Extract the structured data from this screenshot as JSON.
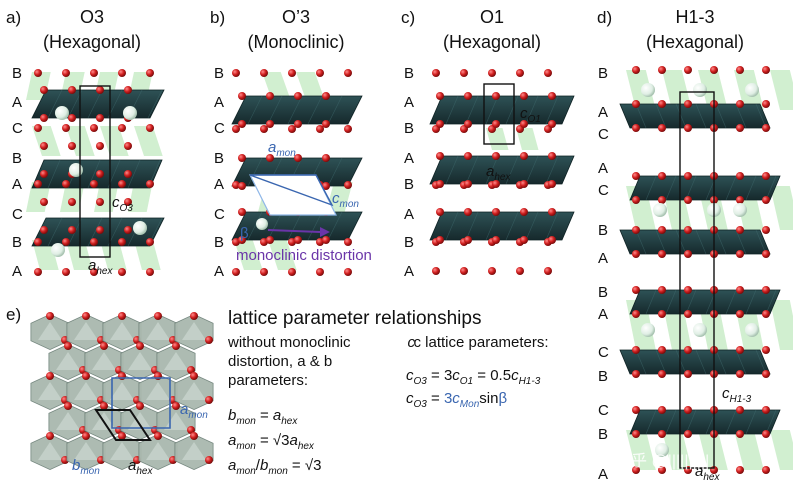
{
  "panels": {
    "a": {
      "label": "a)",
      "title": "O3",
      "subtitle": "(Hexagonal)",
      "stacking": [
        "B",
        "A",
        "C",
        "B",
        "A",
        "C",
        "B",
        "A"
      ],
      "param_c": "c",
      "param_c_sub": "O3",
      "param_a": "a",
      "param_a_sub": "hex"
    },
    "b": {
      "label": "b)",
      "title": "O’3",
      "subtitle": "(Monoclinic)",
      "stacking": [
        "B",
        "A",
        "C",
        "B",
        "A",
        "C",
        "B",
        "A"
      ],
      "param_a": "a",
      "param_a_sub": "mon",
      "param_c": "c",
      "param_c_sub": "mon",
      "beta": "β",
      "distortion": "monoclinic distortion"
    },
    "c": {
      "label": "c)",
      "title": "O1",
      "subtitle": "(Hexagonal)",
      "stacking": [
        "B",
        "A",
        "B",
        "A",
        "B",
        "A",
        "B",
        "A"
      ],
      "param_c": "c",
      "param_c_sub": "O1",
      "param_a": "a",
      "param_a_sub": "hex"
    },
    "d": {
      "label": "d)",
      "title": "H1-3",
      "subtitle": "(Hexagonal)",
      "stacking": [
        "B",
        "A",
        "C",
        "A",
        "C",
        "B",
        "A",
        "B",
        "A",
        "C",
        "B",
        "C",
        "B",
        "A"
      ],
      "param_c": "c",
      "param_c_sub": "H1-3",
      "param_a": "a",
      "param_a_sub": "hex"
    },
    "e": {
      "label": "e)",
      "b_mon": "b",
      "b_mon_sub": "mon",
      "a_mon": "a",
      "a_mon_sub": "mon",
      "a_hex": "a",
      "a_hex_sub": "hex"
    }
  },
  "relationships": {
    "heading": "lattice parameter relationships",
    "left_lines": [
      "without monoclinic",
      "distortion, a & b",
      "parameters:"
    ],
    "f1": {
      "lhs": "b",
      "lhs_sub": "mon",
      "eq": " = ",
      "rhs": "a",
      "rhs_sub": "hex"
    },
    "f2": {
      "lhs": "a",
      "lhs_sub": "mon",
      "eq": " = √3",
      "rhs": "a",
      "rhs_sub": "hex"
    },
    "f3": {
      "lhs": "a",
      "lhs_sub": "mon",
      "slash": "/",
      "mid": "b",
      "mid_sub": "mon",
      "eq": " = √3"
    },
    "right_heading": "c lattice parameters:",
    "r1": {
      "lhs": "c",
      "lhs_sub": "O3",
      "eq1": " = 3",
      "m": "c",
      "m_sub": "O1",
      "eq2": " = 0.5",
      "r": "c",
      "r_sub": "H1-3"
    },
    "r2": {
      "lhs": "c",
      "lhs_sub": "O3",
      "eq": " = ",
      "k": "3",
      "m": "c",
      "m_sub": "Mon",
      "sin": "sin",
      "beta": "β"
    }
  },
  "watermark": "知乎 @||||||||||",
  "colors": {
    "slab": "#1f3a3e",
    "slab_edge": "#0e2224",
    "oxygen": "#c81e1e",
    "green": "#c9ecc8",
    "blue": "#3a66b0",
    "purple": "#6a35a8",
    "white_atom": "#e9f2ec"
  }
}
